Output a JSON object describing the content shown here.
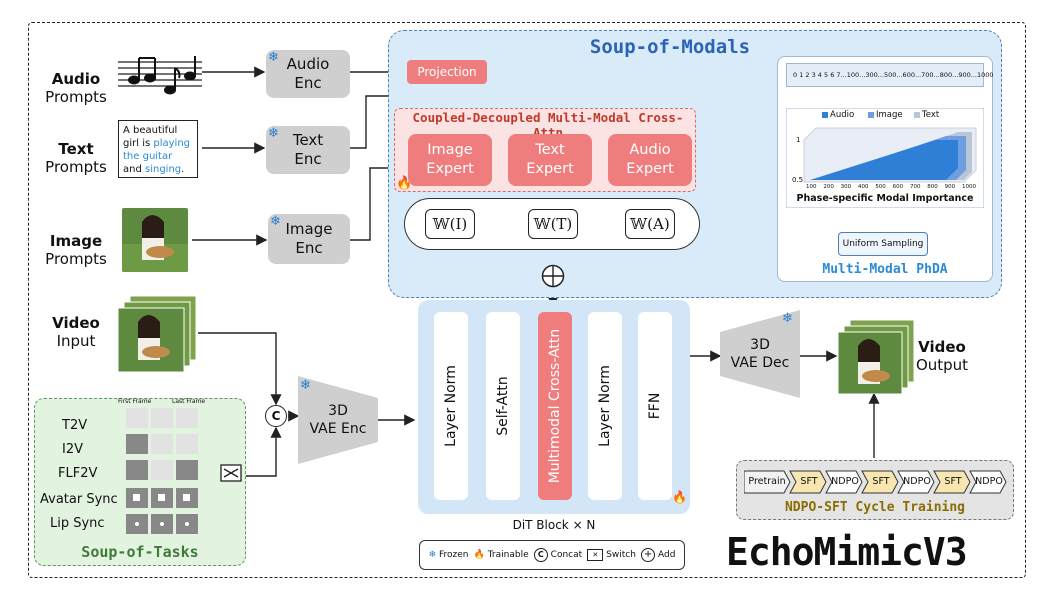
{
  "modals": {
    "title": "Soup-of-Modals",
    "projection": "Projection",
    "coupled_title": "Coupled-Decoupled Multi-Modal Cross-Attn",
    "experts": [
      {
        "line1": "Image",
        "line2": "Expert"
      },
      {
        "line1": "Text",
        "line2": "Expert"
      },
      {
        "line1": "Audio",
        "line2": "Expert"
      }
    ],
    "weights": [
      "𝕎(I)",
      "𝕎(T)",
      "𝕎(A)"
    ]
  },
  "prompts": {
    "audio": {
      "bold": "Audio",
      "rest": "Prompts"
    },
    "text": {
      "bold": "Text",
      "rest": "Prompts"
    },
    "image": {
      "bold": "Image",
      "rest": "Prompts"
    },
    "caption": {
      "p1": "A beautiful girl is ",
      "h1": "playing the guitar",
      "p2": " and ",
      "h2": "singing",
      "p3": "."
    }
  },
  "encoders": {
    "audio": {
      "l1": "Audio",
      "l2": "Enc"
    },
    "text": {
      "l1": "Text",
      "l2": "Enc"
    },
    "image": {
      "l1": "Image",
      "l2": "Enc"
    },
    "vae_enc": {
      "l1": "3D",
      "l2": "VAE Enc"
    },
    "vae_dec": {
      "l1": "3D",
      "l2": "VAE Dec"
    }
  },
  "video": {
    "input": {
      "bold": "Video",
      "rest": "Input"
    },
    "output": {
      "bold": "Video",
      "rest": "Output"
    },
    "concat_symbol": "C"
  },
  "phda": {
    "sequence": "0 1 2 3 4 5 6 7...100...300...500...600...700...800...900...1000",
    "legend": [
      "Audio",
      "Image",
      "Text"
    ],
    "y_top": "1",
    "y_bottom": "0.5",
    "x_ticks": [
      "100",
      "200",
      "300",
      "400",
      "500",
      "600",
      "700",
      "800",
      "900",
      "1000"
    ],
    "chart_title": "Phase-specific Modal Importance",
    "uniform": "Uniform Sampling",
    "title": "Multi-Modal PhDA",
    "colors": {
      "audio": "#2f7fd6",
      "image": "#6f9fe0",
      "text": "#b9c6d8"
    }
  },
  "dit": {
    "columns": [
      "Layer Norm",
      "Self-Attn",
      "Multimodal Cross-Attn",
      "Layer Norm",
      "FFN"
    ],
    "label": "DiT Block × N"
  },
  "tasks": {
    "first_frame": "First Frame",
    "last_frame": "Last Frame",
    "rows": [
      "T2V",
      "I2V",
      "FLF2V",
      "Avatar Sync",
      "Lip Sync"
    ],
    "title": "Soup-of-Tasks"
  },
  "ndpo": {
    "steps": [
      "Pretrain",
      "SFT",
      "NDPO",
      "SFT",
      "NDPO",
      "SFT",
      "NDPO"
    ],
    "title": "NDPO-SFT Cycle Training"
  },
  "legend": {
    "frozen": "Frozen",
    "trainable": "Trainable",
    "concat": "Concat",
    "switch": "Switch",
    "add": "Add"
  },
  "brand": "EchoMimicV3"
}
